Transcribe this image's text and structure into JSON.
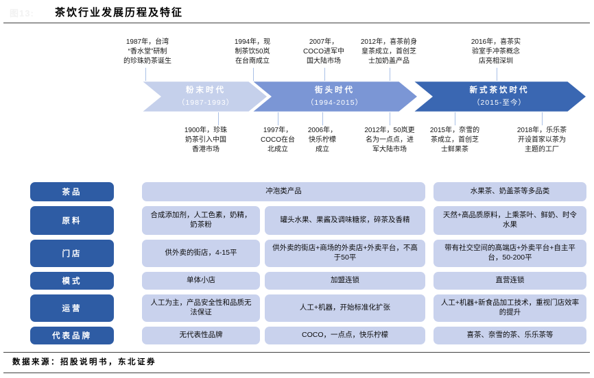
{
  "page": {
    "faint_figure_label": "图13:",
    "title": "茶饮行业发展历程及特征",
    "source_note": "数据来源：招股说明书，东北证券"
  },
  "colors": {
    "era_powder": "#c5d0eb",
    "era_street": "#7b96d5",
    "era_new": "#3a67b2",
    "row_label_bg": "#2e5ca4",
    "cell_bg": "#c9d2ed",
    "connector": "#a9c0e6"
  },
  "timeline": {
    "eras": [
      {
        "name": "粉末时代",
        "period": "（1987-1993）",
        "color": "#c5d0eb"
      },
      {
        "name": "街头时代",
        "period": "（1994-2015）",
        "color": "#7b96d5"
      },
      {
        "name": "新式茶饮时代",
        "period": "（2015-至今）",
        "color": "#3a67b2"
      }
    ],
    "top_annotations": [
      {
        "text": "1987年，台湾\n“香水堂”研制\n的珍珠奶茶诞生"
      },
      {
        "text": "1994年，现\n制茶饮50岚\n在台南成立"
      },
      {
        "text": "2007年，\nCOCO进军中\n国大陆市场"
      },
      {
        "text": "2012年，喜茶前身\n皇茶成立，首创芝\n士加奶盖产品"
      },
      {
        "text": "2016年，喜茶实\n验室手冲茶概念\n店亮相深圳"
      }
    ],
    "bottom_annotations": [
      {
        "text": "1900年，珍珠\n奶茶引入中国\n香港市场"
      },
      {
        "text": "1997年，\nCOCO在台\n北成立"
      },
      {
        "text": "2006年，\n快乐柠檬\n成立"
      },
      {
        "text": "2012年，50岚更\n名为一点点，进\n军大陆市场"
      },
      {
        "text": "2015年，奈雪的\n茶成立，首创芝\n士鲜果茶"
      },
      {
        "text": "2018年，乐乐茶\n开设首家以茶为\n主题的工厂"
      }
    ]
  },
  "table": {
    "rows": [
      {
        "label": "茶品",
        "merged": true,
        "cells": [
          "冲泡类产品",
          "水果茶、奶盖茶等多品类"
        ]
      },
      {
        "label": "原料",
        "cells": [
          "合成添加剂，人工色素，奶精，奶茶粉",
          "罐头水果、果酱及调味糖浆，碎茶及香精",
          "天然+高品质原料，上乘茶叶、鲜奶、时令水果"
        ]
      },
      {
        "label": "门店",
        "cells": [
          "供外卖的街店，4-15平",
          "供外卖的街店+商场的外卖店+外卖平台，不高于50平",
          "带有社交空间的高端店+外卖平台+自主平台，50-200平"
        ]
      },
      {
        "label": "模式",
        "cells": [
          "单体小店",
          "加盟连锁",
          "直营连锁"
        ]
      },
      {
        "label": "运营",
        "cells": [
          "人工为主，产品安全性和品质无法保证",
          "人工+机器，开始标准化扩张",
          "人工+机器+新食品加工技术，重视门店效率的提升"
        ]
      },
      {
        "label": "代表品牌",
        "cells": [
          "无代表性品牌",
          "COCO，一点点，快乐柠檬",
          "喜茶、奈雪的茶、乐乐茶等"
        ]
      }
    ]
  }
}
